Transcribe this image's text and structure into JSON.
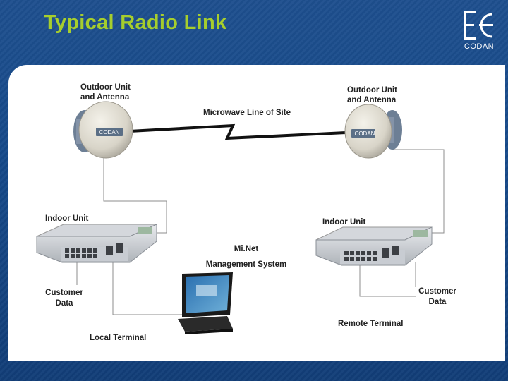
{
  "slide": {
    "title": "Typical Radio Link",
    "logo_text": "CODAN"
  },
  "diagram": {
    "odu_left_label": "Outdoor Unit\nand Antenna",
    "odu_right_label": "Outdoor Unit\nand Antenna",
    "microwave_label": "Microwave Line of Site",
    "idu_left_label": "Indoor Unit",
    "idu_right_label": "Indoor Unit",
    "minet_label": "Mi.Net\nManagement System",
    "customer_left_label": "Customer\nData",
    "customer_right_label": "Customer\nData",
    "local_terminal_label": "Local Terminal",
    "remote_terminal_label": "Remote Terminal",
    "antenna_brand": "CODAN"
  },
  "colors": {
    "title": "#a6ce2d",
    "background": "#1b4d8c",
    "panel": "#ffffff"
  }
}
